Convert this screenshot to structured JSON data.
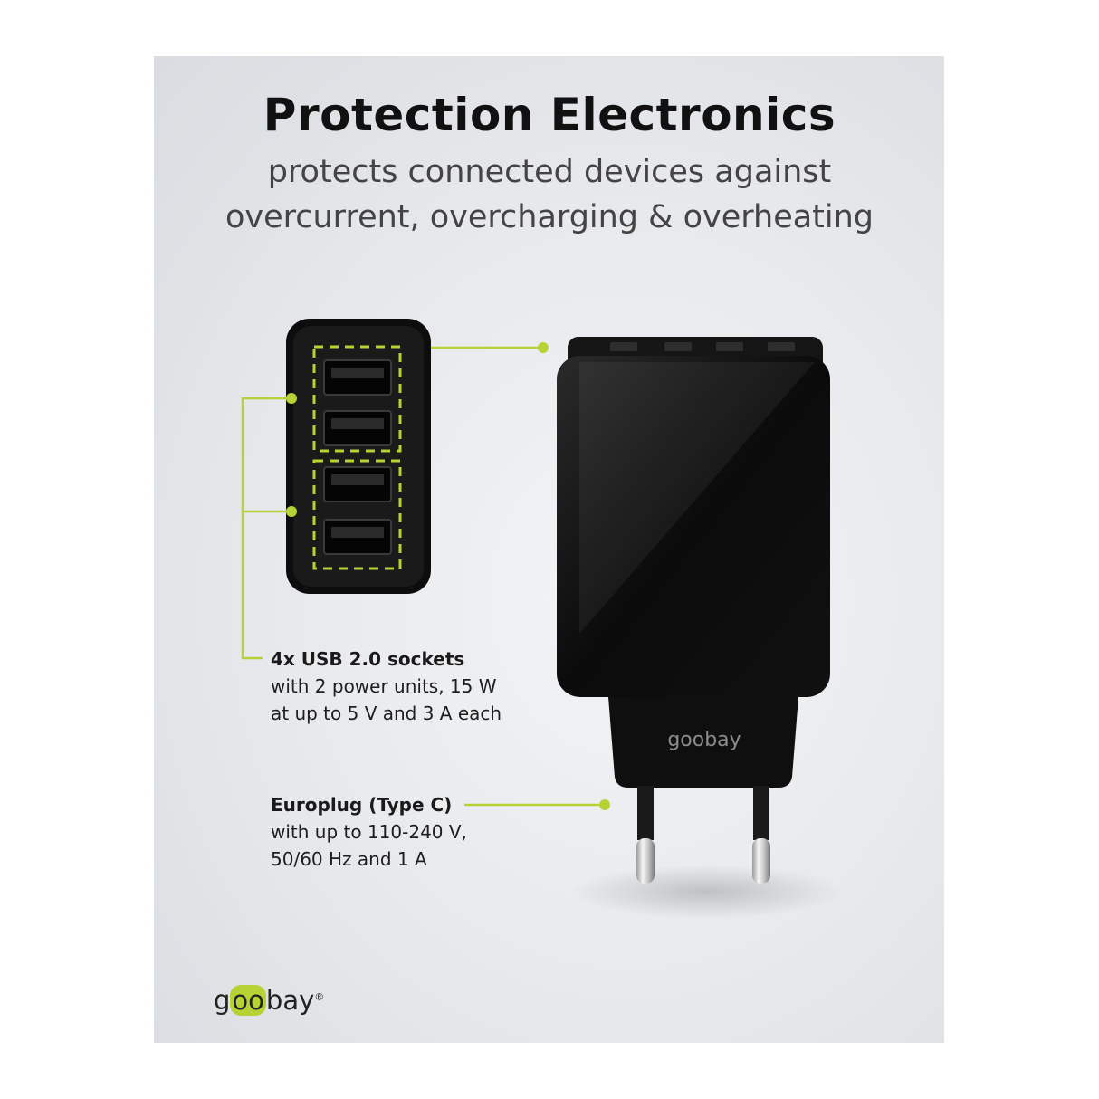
{
  "headline": {
    "title": "Protection Electronics",
    "subtitle_line1": "protects connected devices against",
    "subtitle_line2": "overcurrent, overcharging & overheating"
  },
  "callouts": {
    "usb": {
      "heading": "4x USB 2.0 sockets",
      "line1": "with 2 power units, 15 W",
      "line2": "at up to 5 V and 3 A each"
    },
    "plug": {
      "heading": "Europlug (Type C)",
      "line1": "with up to 110-240 V,",
      "line2": "50/60 Hz and 1 A"
    }
  },
  "brand": {
    "name": "goobay",
    "logo_prefix": "g",
    "logo_oo": "oo",
    "logo_suffix": "bay",
    "registered": "®"
  },
  "colors": {
    "accent": "#b5d334",
    "device": "#0d0d0d",
    "background": "#e6e8eb"
  }
}
